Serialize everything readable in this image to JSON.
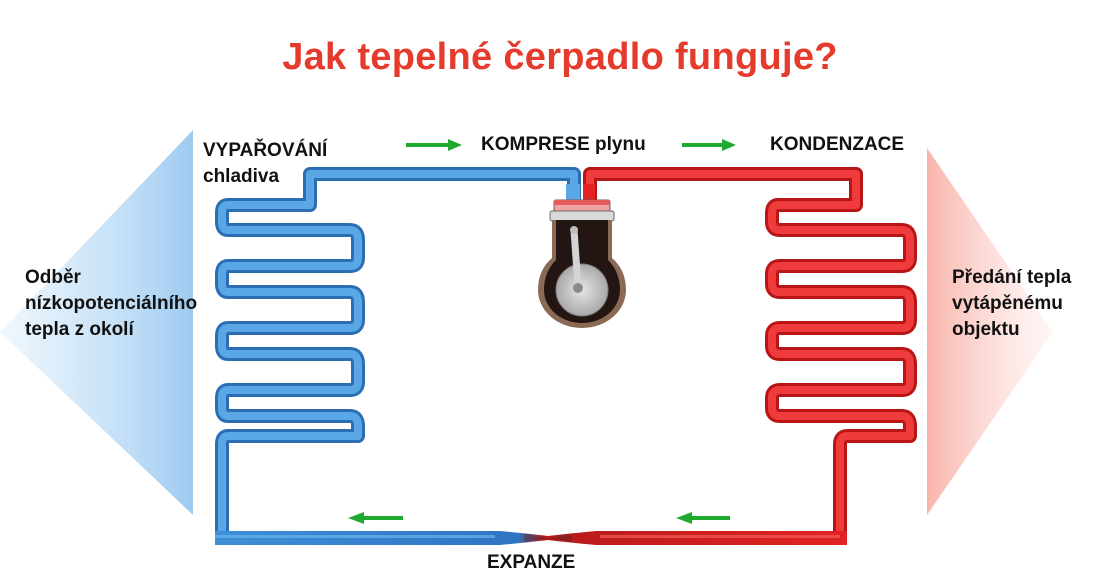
{
  "title": "Jak tepelné čerpadlo funguje?",
  "labels": {
    "evaporation": [
      "VYPAŘOVÁNÍ",
      "chladiva"
    ],
    "compression": "KOMPRESE plynu",
    "condensation": "KONDENZACE",
    "expansion": "EXPANZE",
    "heat_source": [
      "Odběr",
      "nízkopotenciálního",
      "tepla z okolí"
    ],
    "heat_delivery": [
      "Předání tepla",
      "vytápěnému",
      "objektu"
    ]
  },
  "colors": {
    "title": "#e53b2c",
    "cold_pipe": "#3d8fd8",
    "hot_pipe": "#e32323",
    "arrow": "#1faa2f",
    "cold_field": "#bcdcf5",
    "hot_field": "#fcd3cd"
  }
}
